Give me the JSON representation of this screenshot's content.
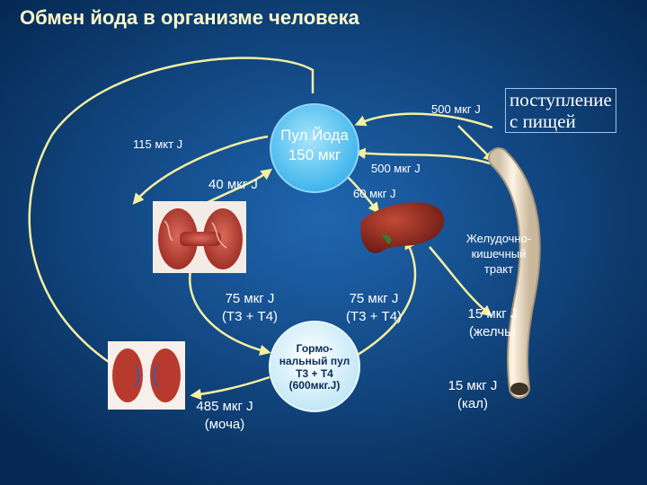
{
  "title": "Обмен йода в организме человека",
  "intake": {
    "line1": "поступление",
    "line2": "с пищей"
  },
  "pool": {
    "line1": "Пул Йода",
    "line2": "150 мкг"
  },
  "hormonal_pool": {
    "line1": "Гормо-",
    "line2": "нальный пул",
    "line3": "Т3 + Т4",
    "line4": "(600мкг.J)"
  },
  "flows": {
    "intake_500": "500 мкг J",
    "pool_to_liver_500": "500 мкг J",
    "thyroid_uptake_115": "115 мкт J",
    "thyroid_40": "40 мкг J",
    "liver_60": "60 мкг J",
    "thyroid_hormones_75": {
      "value": "75 мкг J",
      "note": "(Т3 + Т4)"
    },
    "liver_hormones_75": {
      "value": "75 мкг J",
      "note": "(Т3 + Т4)"
    },
    "urine_485": {
      "value": "485 мкг J",
      "note": "(моча)"
    },
    "bile_15": {
      "value": "15 мкг J",
      "note": "(желчь)"
    },
    "feces_15": {
      "value": "15 мкг J",
      "note": "(кал)"
    }
  },
  "gi_tract": {
    "line1": "Желудочно-",
    "line2": "кишечный",
    "line3": "тракт"
  },
  "colors": {
    "background": "#08305e",
    "arrow": "#f6efa0",
    "pool_circle": "#66c8f4",
    "hormone_circle": "#d6f1fb",
    "title": "#fff9c8"
  }
}
